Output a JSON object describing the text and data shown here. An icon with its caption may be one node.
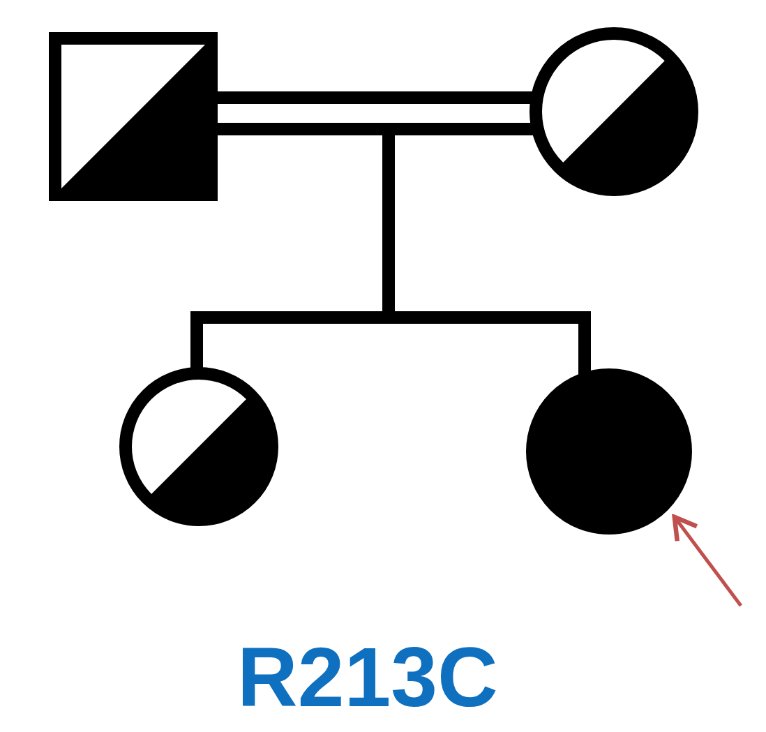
{
  "diagram": {
    "nodes": [
      {
        "text": [],
        "shape": "box"
      },
      {
        "text": [],
        "shape": "circle"
      },
      {
        "text": [],
        "shape": "circle"
      },
      {
        "text": [],
        "shape": "circle"
      }
    ],
    "edges": [
      {
        "from": 0,
        "to": 1,
        "arrow": "none"
      },
      {
        "from": 0,
        "to": 2,
        "arrow": "none"
      },
      {
        "from": 0,
        "to": 3,
        "arrow": "none"
      },
      {
        "from": 1,
        "to": 2,
        "arrow": "none"
      },
      {
        "from": 1,
        "to": 3,
        "arrow": "none"
      },
      {
        "from": null,
        "to": 3,
        "arrow": "to",
        "color": "#c0504d"
      }
    ],
    "labels": [
      "R213C"
    ]
  }
}
